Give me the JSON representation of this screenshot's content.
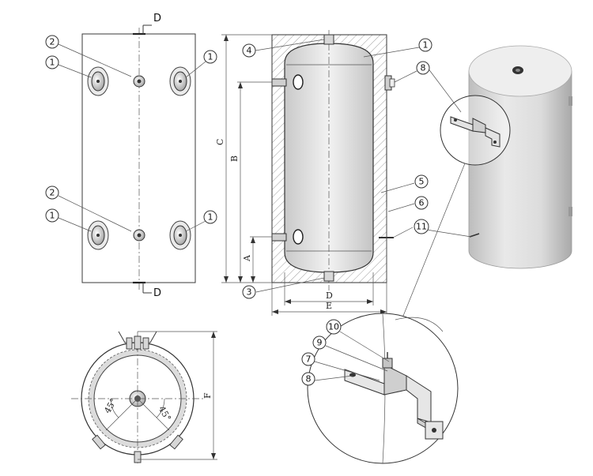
{
  "section_labels": {
    "top": "D",
    "bottom": "D"
  },
  "dimensions": {
    "a": "A",
    "b": "B",
    "c": "C",
    "d": "D",
    "e": "E",
    "f": "F"
  },
  "angles": {
    "left": "45°",
    "right": "45°"
  },
  "callouts": {
    "c1": "1",
    "c2": "2",
    "c3": "3",
    "c4": "4",
    "c5": "5",
    "c6": "6",
    "c7": "7",
    "c8": "8",
    "c9": "9",
    "c10": "10",
    "c11": "11"
  },
  "colors": {
    "line": "#3a3a3a",
    "shade": "#cfcfcf",
    "background": "#ffffff"
  }
}
